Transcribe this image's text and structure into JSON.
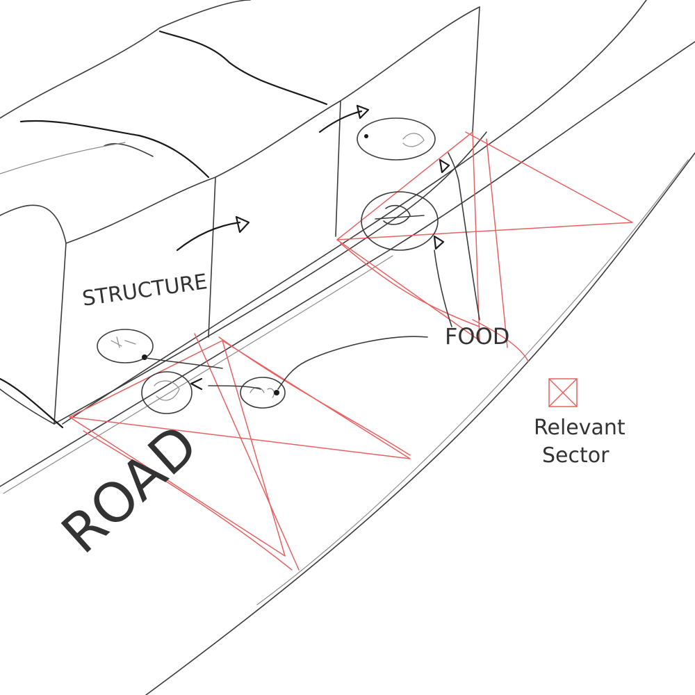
{
  "labels": {
    "structure": "STRUCTURE",
    "food": "FOOD",
    "road": "ROAD",
    "legend_line1": "Relevant",
    "legend_line2": "Sector"
  },
  "colors": {
    "ink": "#3a3a3a",
    "sector": "#e86060",
    "background": "#ffffff"
  },
  "legend": {
    "swatch_icon": "crossed-square-icon"
  }
}
